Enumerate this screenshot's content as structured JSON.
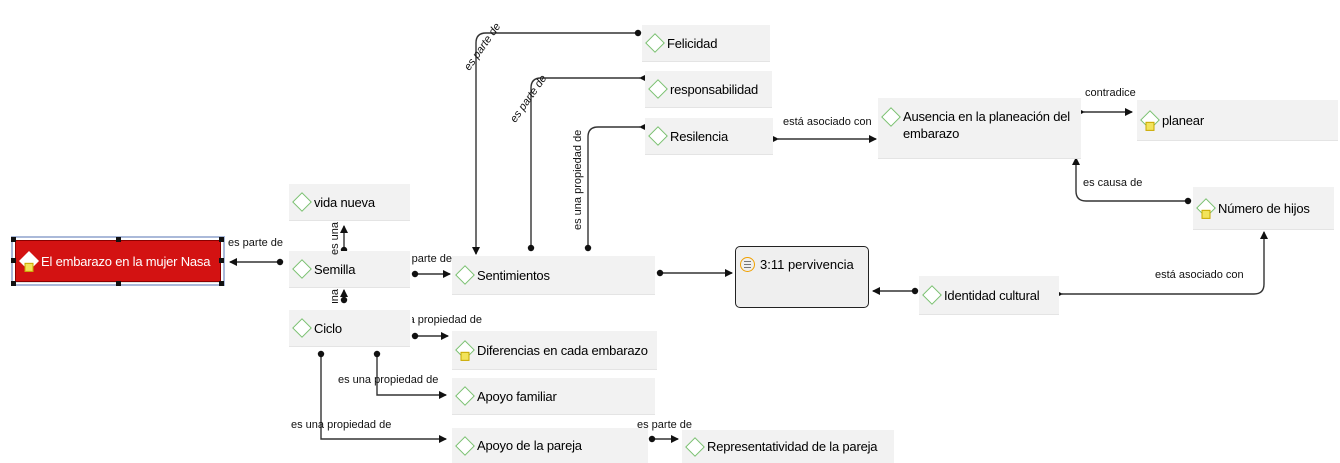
{
  "nodes": {
    "root": "El embarazo en la mujer Nasa",
    "vida_nueva": "vida nueva",
    "semilla": "Semilla",
    "ciclo": "Ciclo",
    "sentimientos": "Sentimientos",
    "felicidad": "Felicidad",
    "responsabilidad": "responsabilidad",
    "resilencia": "Resilencia",
    "diferencias": "Diferencias en cada embarazo",
    "apoyo_familiar": "Apoyo familiar",
    "apoyo_pareja": "Apoyo de la pareja",
    "representatividad": "Representatividad de la pareja",
    "pervivencia": "3:11 pervivencia",
    "identidad": "Identidad cultural",
    "ausencia": "Ausencia en la planeación del embarazo",
    "planear": "planear",
    "numero_hijos": "Número de hijos"
  },
  "edges": {
    "es_parte_de_root": "es parte de",
    "es_una_vida": "es una",
    "es_parte_de_semilla": "es parte de",
    "es_una_ciclo": "es una",
    "propiedad_de_diferencias": "es una propiedad de",
    "es_una_propiedad_familiar": "es una propiedad de",
    "es_una_propiedad_pareja": "es una propiedad de",
    "es_parte_de_representatividad": "es parte de",
    "es_parte_de_felicidad": "es parte de",
    "es_parte_de_responsabilidad": "es parte de",
    "es_una_propiedad_resilencia": "es una propiedad de",
    "esta_asociado_resilencia": "está asociado con",
    "contradice": "contradice",
    "es_causa_de": "es causa de",
    "esta_asociado_identidad": "está asociado con"
  }
}
